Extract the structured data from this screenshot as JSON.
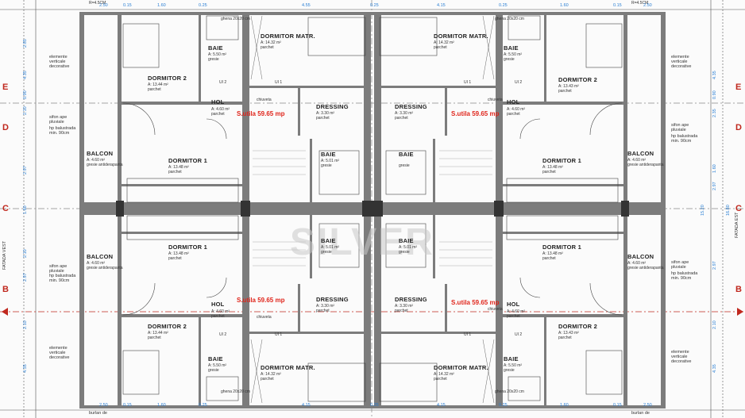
{
  "top_notes": {
    "left": "R=4.5CM",
    "right": "R=4.5CM"
  },
  "rooms_top": [
    {
      "id": "dormitor-matr-left",
      "name": "DORMITOR MATR.",
      "area": "A: 14.32 m²",
      "floor": "parchet"
    },
    {
      "id": "dormitor-matr-right",
      "name": "DORMITOR MATR.",
      "area": "A: 14.32 m²",
      "floor": "parchet"
    },
    {
      "id": "baie-tl",
      "name": "BAIE",
      "area": "A: 5.50 m²",
      "floor": "gresie"
    },
    {
      "id": "baie-tr",
      "name": "BAIE",
      "area": "A: 5.50 m²",
      "floor": "gresie"
    },
    {
      "id": "dormitor2-tl",
      "name": "DORMITOR 2",
      "area": "A: 13.44 m²",
      "floor": "parchet"
    },
    {
      "id": "dormitor2-tr",
      "name": "DORMITOR 2",
      "area": "A: 13.43 m²",
      "floor": "parchet"
    },
    {
      "id": "hol-tl",
      "name": "HOL",
      "area": "A: 4.60 m²",
      "floor": "parchet"
    },
    {
      "id": "hol-tr",
      "name": "HOL",
      "area": "A: 4.60 m²",
      "floor": "parchet"
    },
    {
      "id": "dressing-tl",
      "name": "DRESSING",
      "area": "A: 3.30 m²",
      "floor": "parchet"
    },
    {
      "id": "dressing-tr",
      "name": "DRESSING",
      "area": "A: 3.30 m²",
      "floor": "parchet"
    },
    {
      "id": "baie-mid-tl",
      "name": "BAIE",
      "area": "A: 5.01 m²",
      "floor": "gresie"
    },
    {
      "id": "baie-mid-tr",
      "name": "BAIE",
      "area": "",
      "floor": "gresie"
    },
    {
      "id": "balcon-tl",
      "name": "BALCON",
      "area": "A: 4.60 m²",
      "floor": "gresie antiderapanta"
    },
    {
      "id": "balcon-tr",
      "name": "BALCON",
      "area": "A: 4.60 m²",
      "floor": "gresie antiderapanta"
    },
    {
      "id": "dormitor1-tl",
      "name": "DORMITOR 1",
      "area": "A: 13.48 m²",
      "floor": "parchet"
    },
    {
      "id": "dormitor1-tr",
      "name": "DORMITOR 1",
      "area": "A: 13.48 m²",
      "floor": "parchet"
    }
  ],
  "rooms_bottom": [
    {
      "id": "dormitor1-bl",
      "name": "DORMITOR 1",
      "area": "A: 13.48 m²",
      "floor": "parchet"
    },
    {
      "id": "dormitor1-br",
      "name": "DORMITOR 1",
      "area": "A: 13.48 m²",
      "floor": "parchet"
    },
    {
      "id": "balcon-bl",
      "name": "BALCON",
      "area": "A: 4.60 m²",
      "floor": "gresie antiderapanta"
    },
    {
      "id": "balcon-br",
      "name": "BALCON",
      "area": "A: 4.60 m²",
      "floor": "gresie antiderapanta"
    },
    {
      "id": "baie-mid-bl",
      "name": "BAIE",
      "area": "A: 5.01 m²",
      "floor": "gresie"
    },
    {
      "id": "baie-mid-br",
      "name": "BAIE",
      "area": "A: 5.01 m²",
      "floor": "gresie"
    },
    {
      "id": "hol-bl",
      "name": "HOL",
      "area": "A: 4.60 m²",
      "floor": "parchet"
    },
    {
      "id": "hol-br",
      "name": "HOL",
      "area": "A: 4.60 m²",
      "floor": "parchet"
    },
    {
      "id": "dressing-bl",
      "name": "DRESSING",
      "area": "A: 3.30 m²",
      "floor": "parchet"
    },
    {
      "id": "dressing-br",
      "name": "DRESSING",
      "area": "A: 3.30 m²",
      "floor": "parchet"
    },
    {
      "id": "dormitor2-bl",
      "name": "DORMITOR 2",
      "area": "A: 13.44 m²",
      "floor": "parchet"
    },
    {
      "id": "dormitor2-br",
      "name": "DORMITOR 2",
      "area": "A: 13.43 m²",
      "floor": "parchet"
    },
    {
      "id": "baie-bl",
      "name": "BAIE",
      "area": "A: 5.50 m²",
      "floor": "gresie"
    },
    {
      "id": "baie-br",
      "name": "BAIE",
      "area": "A: 5.50 m²",
      "floor": "gresie"
    },
    {
      "id": "dormitor-matr-bl",
      "name": "DORMITOR MATR.",
      "area": "A: 14.32 m²",
      "floor": "parchet"
    },
    {
      "id": "dormitor-matr-br",
      "name": "DORMITOR MATR.",
      "area": "A: 14.32 m²",
      "floor": "parchet"
    }
  ],
  "useful_area": "S.utila 59.65 mp",
  "side_notes": {
    "elemente": [
      "elemente",
      "verticale",
      "decorative"
    ],
    "sifon": [
      "sifon ape",
      "pluviale"
    ],
    "balustrada": [
      "hp balustrada",
      "min. 90cm"
    ],
    "burlan": "burlan de"
  },
  "small_labels": {
    "ghena": "ghena 20x20 cm",
    "ui1": "UI 1",
    "ui2": "UI 2",
    "chiuveta": "chiuveta"
  },
  "axes": {
    "left": [
      "E",
      "D",
      "C",
      "B"
    ],
    "right": [
      "E",
      "D",
      "C",
      "B"
    ]
  },
  "facade_labels": {
    "left": "FATADA VEST",
    "right": "FATADA EST"
  },
  "dims_top": [
    "2.50",
    "0.15",
    "1.60",
    "0.25",
    "4.55",
    "0.25",
    "4.15",
    "0.25",
    "1.60",
    "0.15",
    "2.50"
  ],
  "dims_bottom": [
    "2.50",
    "0.15",
    "1.60",
    "0.25",
    "4.15",
    "0.25",
    "4.15",
    "0.25",
    "1.60",
    "0.15",
    "2.50"
  ],
  "dims_left": [
    "4.35",
    "2.85",
    "0.90",
    "2.10",
    "2.97",
    "1.60",
    "2.10",
    "2.97",
    "2.10",
    "4.35"
  ],
  "dims_right": [
    "4.35",
    "2.35",
    "0.90",
    "1.60",
    "2.97",
    "15.20",
    "16.80",
    "2.97",
    "2.10",
    "4.35"
  ],
  "watermark": "SILVER",
  "colors": {
    "wall": "#7c7c7c",
    "line": "#2a2a2a",
    "dim": "#2a7fd4",
    "axis": "#c0281e",
    "red": "#e0261c"
  }
}
